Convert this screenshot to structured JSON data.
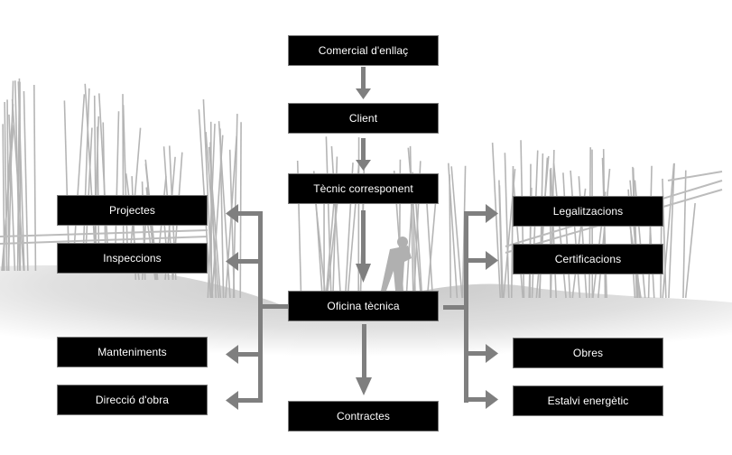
{
  "diagram": {
    "theme_colors": {
      "node_fill": "#000000",
      "node_text": "#ffffff",
      "arrow": "#7f7f7f",
      "background_silhouette": "#bdbdbd"
    },
    "center_chain": [
      {
        "id": "comercial",
        "label": "Comercial d'enllaç"
      },
      {
        "id": "client",
        "label": "Client"
      },
      {
        "id": "tecnic",
        "label": "Tècnic corresponent"
      },
      {
        "id": "oficina",
        "label": "Oficina tècnica"
      },
      {
        "id": "contractes",
        "label": "Contractes"
      }
    ],
    "left_branch": [
      {
        "id": "projectes",
        "label": "Projectes"
      },
      {
        "id": "inspeccions",
        "label": "Inspeccions"
      },
      {
        "id": "manteniments",
        "label": "Manteniments"
      },
      {
        "id": "direccio",
        "label": "Direcció d'obra"
      }
    ],
    "right_branch": [
      {
        "id": "legalitzacions",
        "label": "Legalitzacions"
      },
      {
        "id": "certificacions",
        "label": "Certificacions"
      },
      {
        "id": "obres",
        "label": "Obres"
      },
      {
        "id": "estalvi",
        "label": "Estalvi energètic"
      }
    ],
    "edges": [
      {
        "from": "comercial",
        "to": "client"
      },
      {
        "from": "client",
        "to": "tecnic"
      },
      {
        "from": "tecnic",
        "to": "oficina"
      },
      {
        "from": "oficina",
        "to": "contractes"
      },
      {
        "from": "oficina",
        "to": "projectes"
      },
      {
        "from": "oficina",
        "to": "inspeccions"
      },
      {
        "from": "oficina",
        "to": "manteniments"
      },
      {
        "from": "oficina",
        "to": "direccio"
      },
      {
        "from": "oficina",
        "to": "legalitzacions"
      },
      {
        "from": "oficina",
        "to": "certificacions"
      },
      {
        "from": "oficina",
        "to": "obres"
      },
      {
        "from": "oficina",
        "to": "estalvi"
      }
    ]
  }
}
